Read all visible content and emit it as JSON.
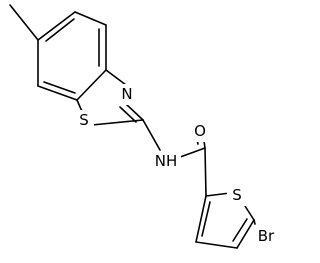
{
  "molecule": {
    "atoms": [
      {
        "id": "S1",
        "label": "S"
      },
      {
        "id": "N1",
        "label": "N"
      },
      {
        "id": "NH",
        "label": "NH"
      },
      {
        "id": "O1",
        "label": "O"
      },
      {
        "id": "S2",
        "label": "S"
      },
      {
        "id": "Br",
        "label": "Br"
      }
    ]
  }
}
